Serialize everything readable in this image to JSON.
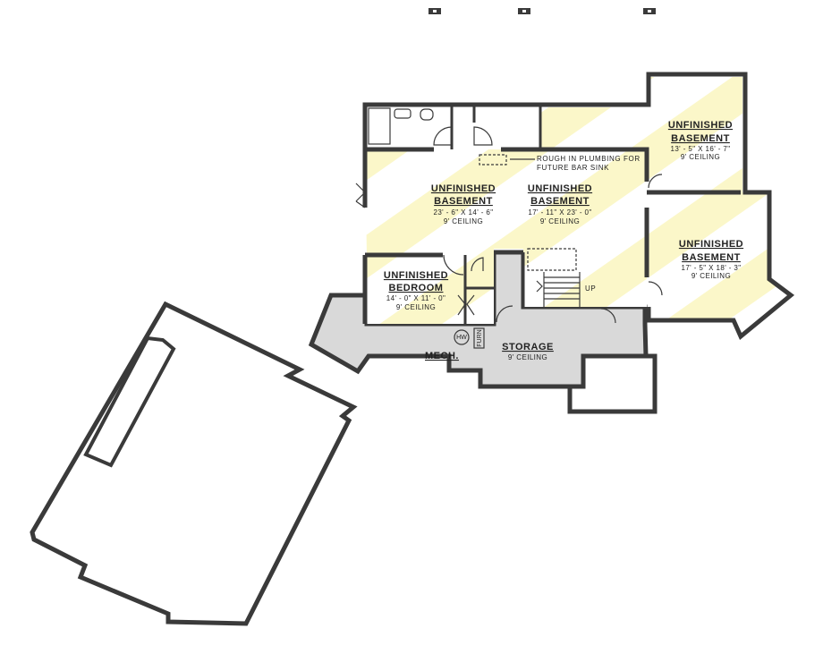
{
  "colors": {
    "finished_fill": "#d9d9d9",
    "unfinished_fill": "#ffffff",
    "stripe": "#fbf7c9",
    "wall": "#3a3a3a"
  },
  "rooms": [
    {
      "key": "unfinished_left",
      "name": "UNFINISHED",
      "name2": "BASEMENT",
      "dim": "23' - 6\" X 14' - 6\"",
      "ceiling": "9' CEILING"
    },
    {
      "key": "unfinished_center",
      "name": "UNFINISHED",
      "name2": "BASEMENT",
      "dim": "17' - 11\" X 23' - 0\"",
      "ceiling": "9' CEILING"
    },
    {
      "key": "unfinished_top_right",
      "name": "UNFINISHED",
      "name2": "BASEMENT",
      "dim": "13' - 5\" X 16' - 7\"",
      "ceiling": "9' CEILING"
    },
    {
      "key": "unfinished_right",
      "name": "UNFINISHED",
      "name2": "BASEMENT",
      "dim": "17' - 5\" X 18' - 3\"",
      "ceiling": "9' CEILING"
    },
    {
      "key": "bedroom",
      "name": "UNFINISHED",
      "name2": "BEDROOM",
      "dim": "14' - 0\" X 11' - 0\"",
      "ceiling": "9' CEILING"
    }
  ],
  "storage": {
    "name": "STORAGE",
    "ceiling": "9' CEILING"
  },
  "mech": {
    "name": "MECH."
  },
  "note": {
    "line1": "ROUGH IN PLUMBING FOR",
    "line2": "FUTURE BAR SINK"
  },
  "stairs": {
    "label": "UP"
  },
  "equipment": {
    "water_heater": "HW",
    "furnace": "FURN"
  }
}
